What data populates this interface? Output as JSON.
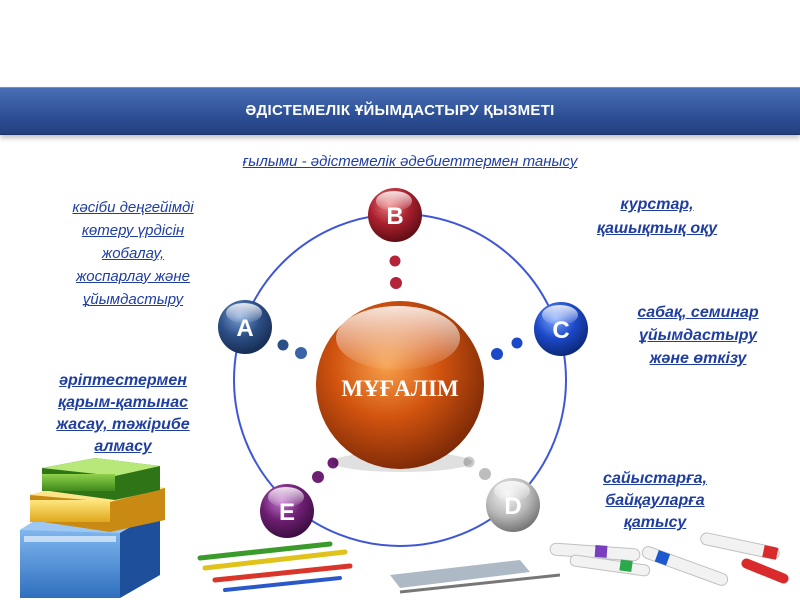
{
  "banner": {
    "title": "ӘДІСТЕМЕЛІК ҰЙЫМДАСТЫРУ ҚЫЗМЕТІ"
  },
  "center": {
    "label": "МҰҒАЛІМ"
  },
  "nodes": {
    "a": {
      "label": "A"
    },
    "b": {
      "label": "B"
    },
    "c": {
      "label": "C"
    },
    "d": {
      "label": "D"
    },
    "e": {
      "label": "E"
    }
  },
  "notes": {
    "top": "ғылыми - әдістемелік  әдебиеттермен танысу",
    "a": [
      "кәсіби деңгейімді",
      "көтеру үрдісін",
      "жобалау,",
      "жоспарлау және",
      "ұйымдастыру"
    ],
    "b": [
      "курстар,",
      "қашықтық оқу"
    ],
    "c": [
      "сабақ, семинар",
      "ұйымдастыру",
      "және  өткізу"
    ],
    "d": [
      "сайыстарға,",
      "байқауларға",
      "қатысу"
    ],
    "e": [
      "әріптестермен",
      "қарым-қатынас",
      "жасау, тәжірибе",
      "алмасу"
    ]
  },
  "colors": {
    "banner": "#2d4f96",
    "text": "#1f3ea0",
    "ring": "#3f57d6",
    "center": "#d2540f",
    "node_a": "#2c4f86",
    "node_b": "#a8202e",
    "node_c": "#1c49c8",
    "node_d": "#b8b8b8",
    "node_e": "#6d1f72"
  }
}
